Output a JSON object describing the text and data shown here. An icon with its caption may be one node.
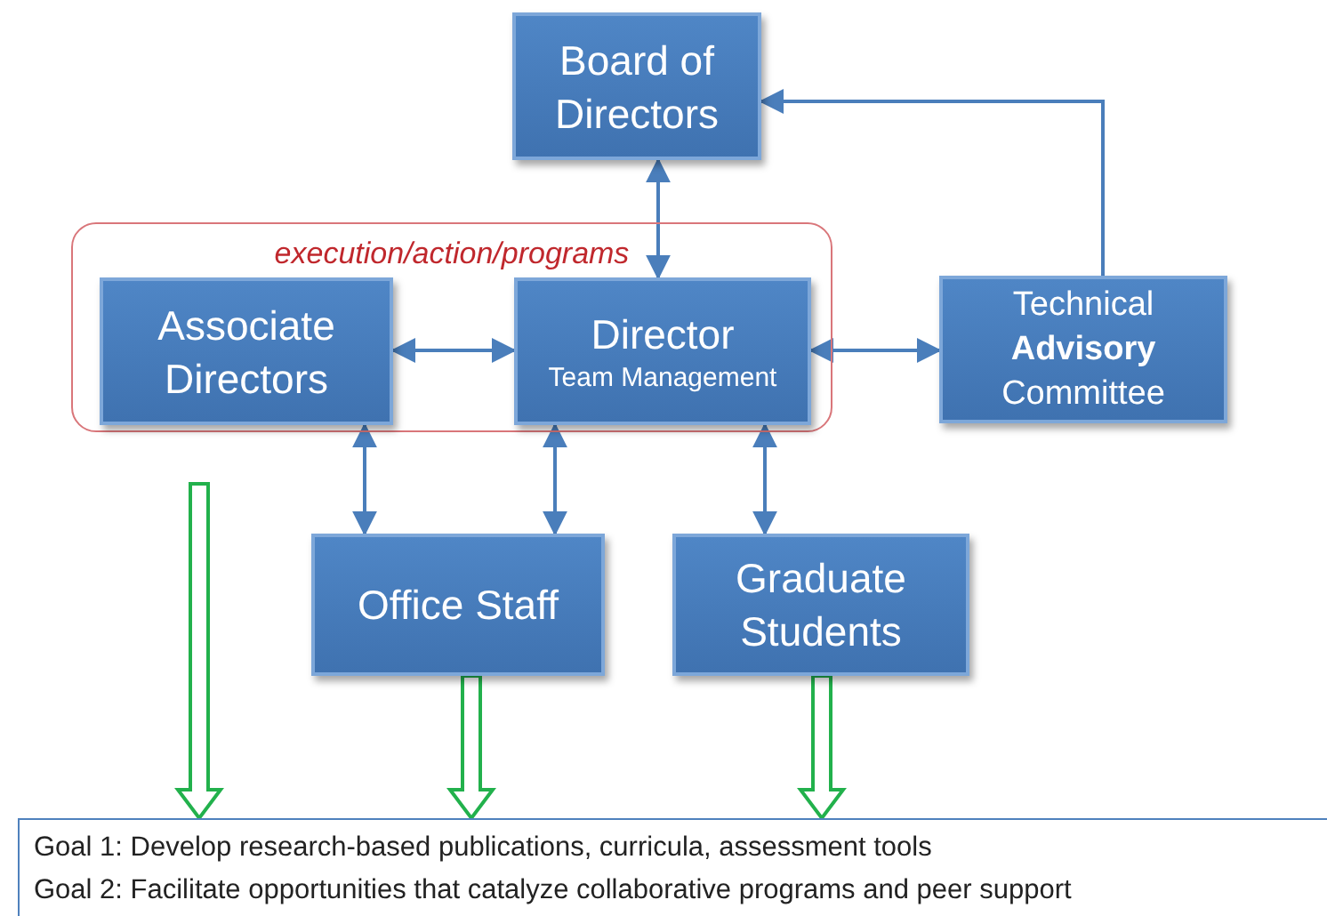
{
  "diagram": {
    "nodes": [
      {
        "text": [
          "Board of Directors"
        ]
      },
      {
        "text": [
          "execution/action/programs"
        ]
      },
      {
        "text": [
          "Associate Directors"
        ],
        "in": 1
      },
      {
        "text": [
          "Director",
          "Team Management"
        ],
        "in": 1
      },
      {
        "text": [
          "Technical **Advisory** Committee"
        ]
      },
      {
        "text": [
          "Office Staff"
        ]
      },
      {
        "text": [
          "Graduate Students"
        ]
      },
      {
        "text": [
          "Goal 1: Develop research-based publications, curricula, assessment tools",
          "Goal 2: Facilitate opportunities that catalyze collaborative programs and peer support"
        ]
      }
    ],
    "edges": [
      {
        "from": 3,
        "to": 0,
        "arrow": "both"
      },
      {
        "from": 4,
        "to": 0,
        "arrow": "to"
      },
      {
        "from": 2,
        "to": 3,
        "arrow": "both"
      },
      {
        "from": 3,
        "to": 4,
        "arrow": "both"
      },
      {
        "from": 2,
        "to": 5,
        "arrow": "both"
      },
      {
        "from": 3,
        "to": 5,
        "arrow": "both"
      },
      {
        "from": 3,
        "to": 6,
        "arrow": "both"
      },
      {
        "from": 2,
        "to": 7,
        "arrow": "to",
        "style": "thick",
        "color": "#22b14c"
      },
      {
        "from": 5,
        "to": 7,
        "arrow": "to",
        "style": "thick",
        "color": "#22b14c"
      },
      {
        "from": 6,
        "to": 7,
        "arrow": "to",
        "style": "thick",
        "color": "#22b14c"
      }
    ]
  }
}
